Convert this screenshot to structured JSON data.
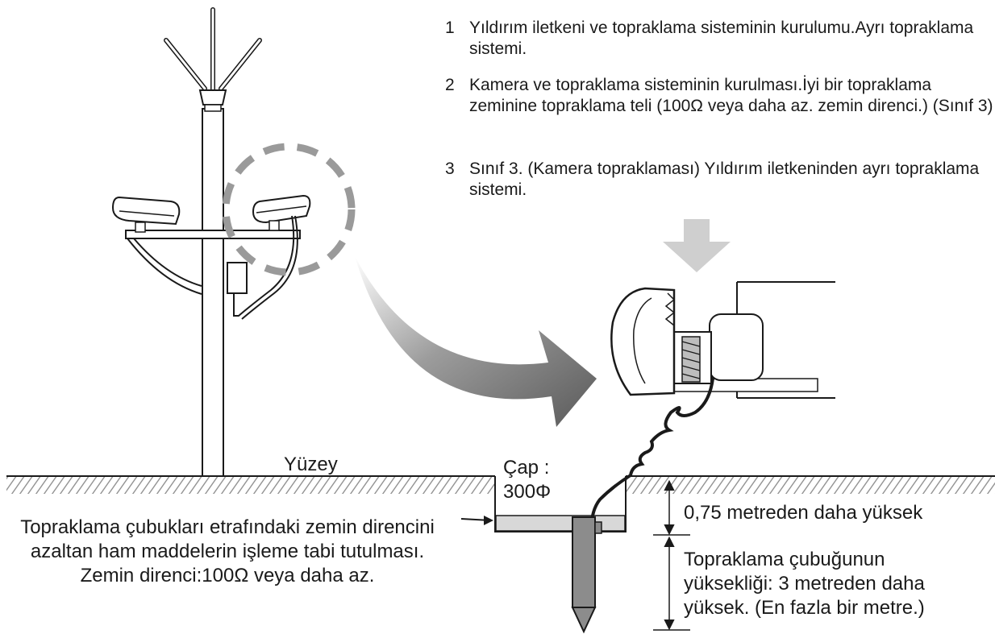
{
  "steps": [
    {
      "number": "1",
      "text": "Yıldırım iletkeni ve topraklama sisteminin kurulumu.Ayrı topraklama sistemi."
    },
    {
      "number": "2",
      "text": "Kamera ve topraklama sisteminin kurulması.İyi bir topraklama zeminine topraklama teli (100Ω veya daha az. zemin direnci.) (Sınıf 3)"
    },
    {
      "number": "3",
      "text": "Sınıf 3. (Kamera topraklaması) Yıldırım iletkeninden ayrı topraklama sistemi."
    }
  ],
  "labels": {
    "surface": "Yüzey",
    "diameter": "Çap : 300Φ",
    "depth": "0,75 metreden daha yüksek",
    "rod_height": "Topraklama çubuğunun yüksekliği: 3 metreden daha yüksek. (En fazla bir metre.)",
    "treatment": "Topraklama çubukları etrafındaki zemin direncini azaltan ham maddelerin işleme tabi tutulması.",
    "ground_resistance": "Zemin direnci:100Ω veya daha az."
  },
  "colors": {
    "line": "#1a1a1a",
    "hatch": "#8a8a8a",
    "big_arrow": "#6b6b6b",
    "down_arrow": "#cfcfcf",
    "dashed_circle": "#9a9a9a",
    "treatment_fill": "#d8d8d8",
    "rod_fill": "#8c8c8c"
  },
  "icons": {
    "lightning_rod": "lightning-rod-icon",
    "camera": "cctv-camera-icon",
    "ground_rod": "ground-rod-icon"
  }
}
